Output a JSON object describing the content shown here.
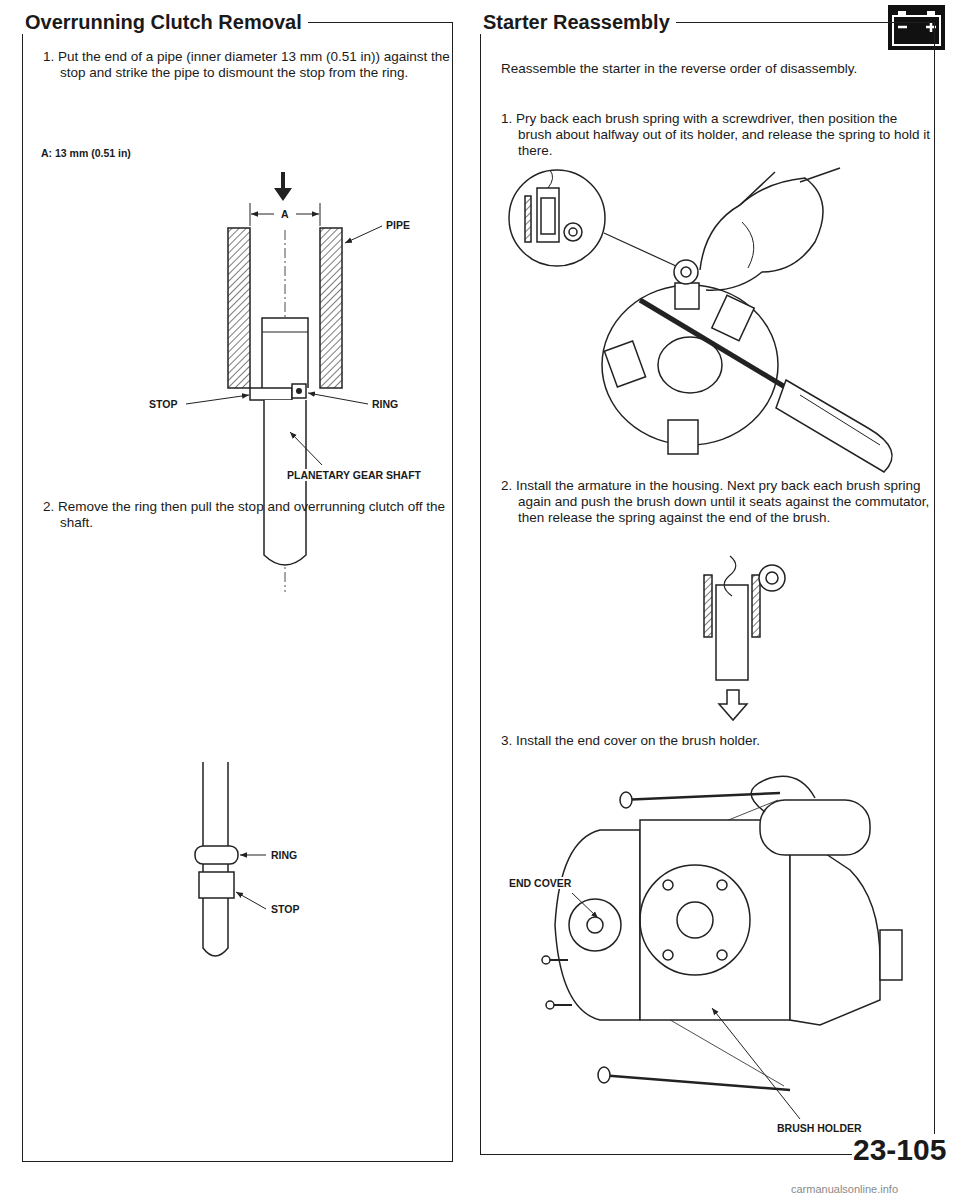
{
  "diagram": {
    "nodes": [
      {
        "text": [
          "Overrunning Clutch Removal",
          "1. Put the end of a pipe (inner diameter 13 mm (0.51 in)) against the stop and strike the pipe to dismount the stop from the ring.",
          "A: 13 mm (0.51 in)",
          "2. Remove the ring then pull the stop and overrunning clutch off the shaft."
        ]
      },
      {
        "text": [
          "Starter Reassembly",
          "Reassemble the starter in the reverse order of disassembly.",
          "1. Pry back each brush spring with a screwdriver, then position the brush about halfway out of its holder, and release the spring to hold it there.",
          "2. Install the armature in the housing. Next pry back each brush spring again and push the brush down until it seats against the commutator, then release the spring against the end of the brush.",
          "3. Install the end cover on the brush holder."
        ]
      }
    ],
    "labels": [
      "A",
      "PIPE",
      "STOP",
      "RING",
      "PLANETARY GEAR SHAFT",
      "RING",
      "STOP",
      "END COVER",
      "BRUSH HOLDER",
      "23-105",
      "carmanualsonline.info"
    ]
  }
}
